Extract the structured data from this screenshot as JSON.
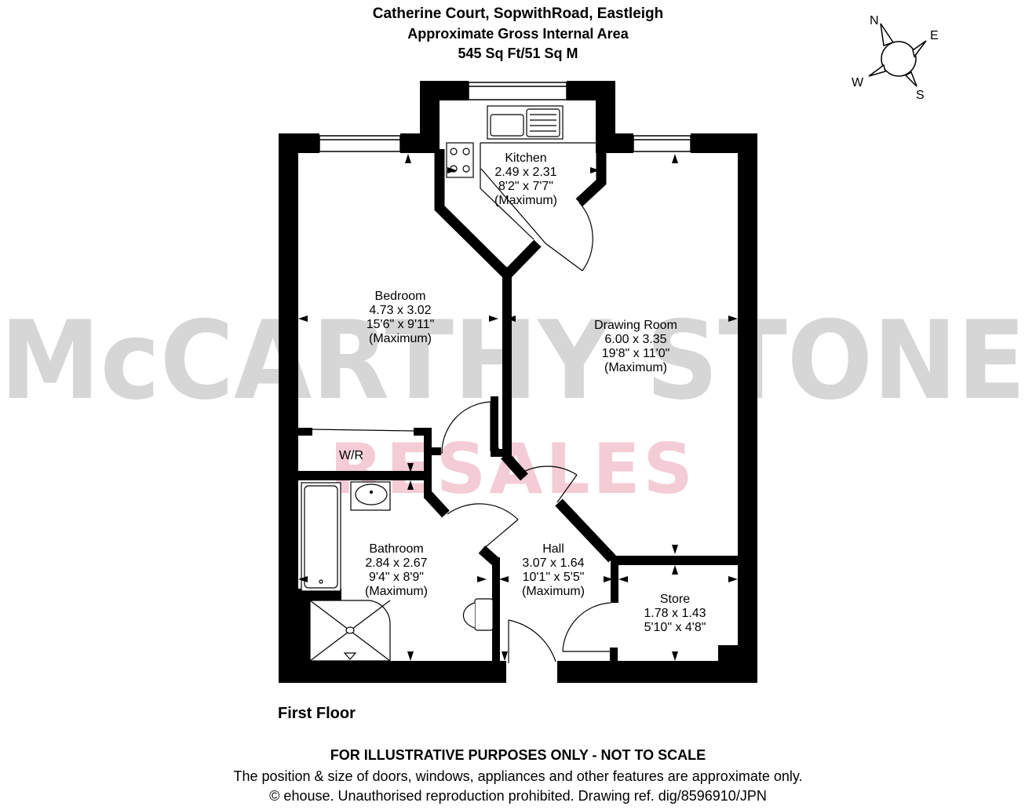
{
  "header": {
    "title": "Catherine Court, SopwithRoad, Eastleigh",
    "subtitle": "Approximate Gross Internal Area",
    "area": "545 Sq Ft/51 Sq M"
  },
  "compass": {
    "icon": "compass-icon",
    "north": "N",
    "east": "E",
    "south": "S",
    "west": "W"
  },
  "watermark": {
    "brand": "McCARTHY STONE",
    "sub": "RESALES",
    "brand_color": "#d4d4d4",
    "sub_color": "#f2c9d3"
  },
  "rooms": [
    {
      "name": "Kitchen",
      "metric": "2.49 x 2.31",
      "imperial": "8'2\" x 7'7\"",
      "note": "(Maximum)"
    },
    {
      "name": "Bedroom",
      "metric": "4.73 x 3.02",
      "imperial": "15'6\" x 9'11\"",
      "note": "(Maximum)"
    },
    {
      "name": "Drawing Room",
      "metric": "6.00 x 3.35",
      "imperial": "19'8\" x 11'0\"",
      "note": "(Maximum)"
    },
    {
      "name": "W/R"
    },
    {
      "name": "Bathroom",
      "metric": "2.84 x 2.67",
      "imperial": "9'4\" x 8'9\"",
      "note": "(Maximum)"
    },
    {
      "name": "Hall",
      "metric": "3.07 x 1.64",
      "imperial": "10'1\" x 5'5\"",
      "note": "(Maximum)"
    },
    {
      "name": "Store",
      "metric": "1.78 x 1.43",
      "imperial": "5'10\" x 4'8\""
    }
  ],
  "floor_label": "First Floor",
  "footer": {
    "disclaimer": "FOR ILLUSTRATIVE PURPOSES ONLY - NOT TO SCALE",
    "note": "The position & size of doors, windows, appliances and other features are approximate only.",
    "copyright": "© ehouse. Unauthorised reproduction prohibited. Drawing ref. dig/8596910/JPN"
  }
}
